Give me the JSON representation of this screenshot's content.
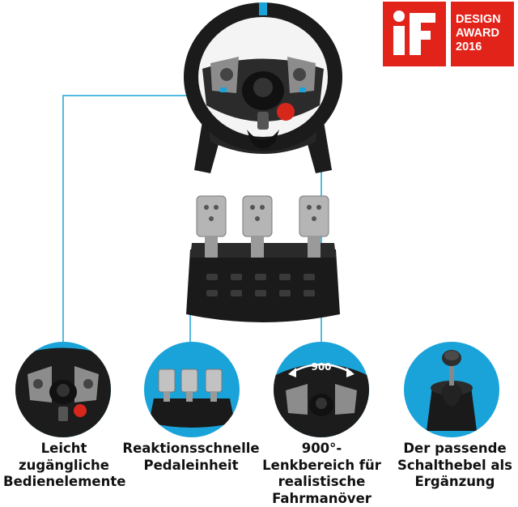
{
  "award": {
    "logo_text": "iF",
    "lines": [
      "DESIGN",
      "AWARD",
      "2016"
    ],
    "color": "#e2231a"
  },
  "accent_color": "#1aa3d9",
  "wheel_badge": "900",
  "features": [
    {
      "lines": [
        "Leicht",
        "zugängliche",
        "Bedienelemente"
      ]
    },
    {
      "lines": [
        "Reaktionsschnelle",
        "Pedaleinheit"
      ]
    },
    {
      "lines": [
        "900°-",
        "Lenkbereich für",
        "realistische",
        "Fahrmanöver"
      ]
    },
    {
      "lines": [
        "Der passende",
        "Schalthebel als",
        "Ergänzung"
      ]
    }
  ]
}
